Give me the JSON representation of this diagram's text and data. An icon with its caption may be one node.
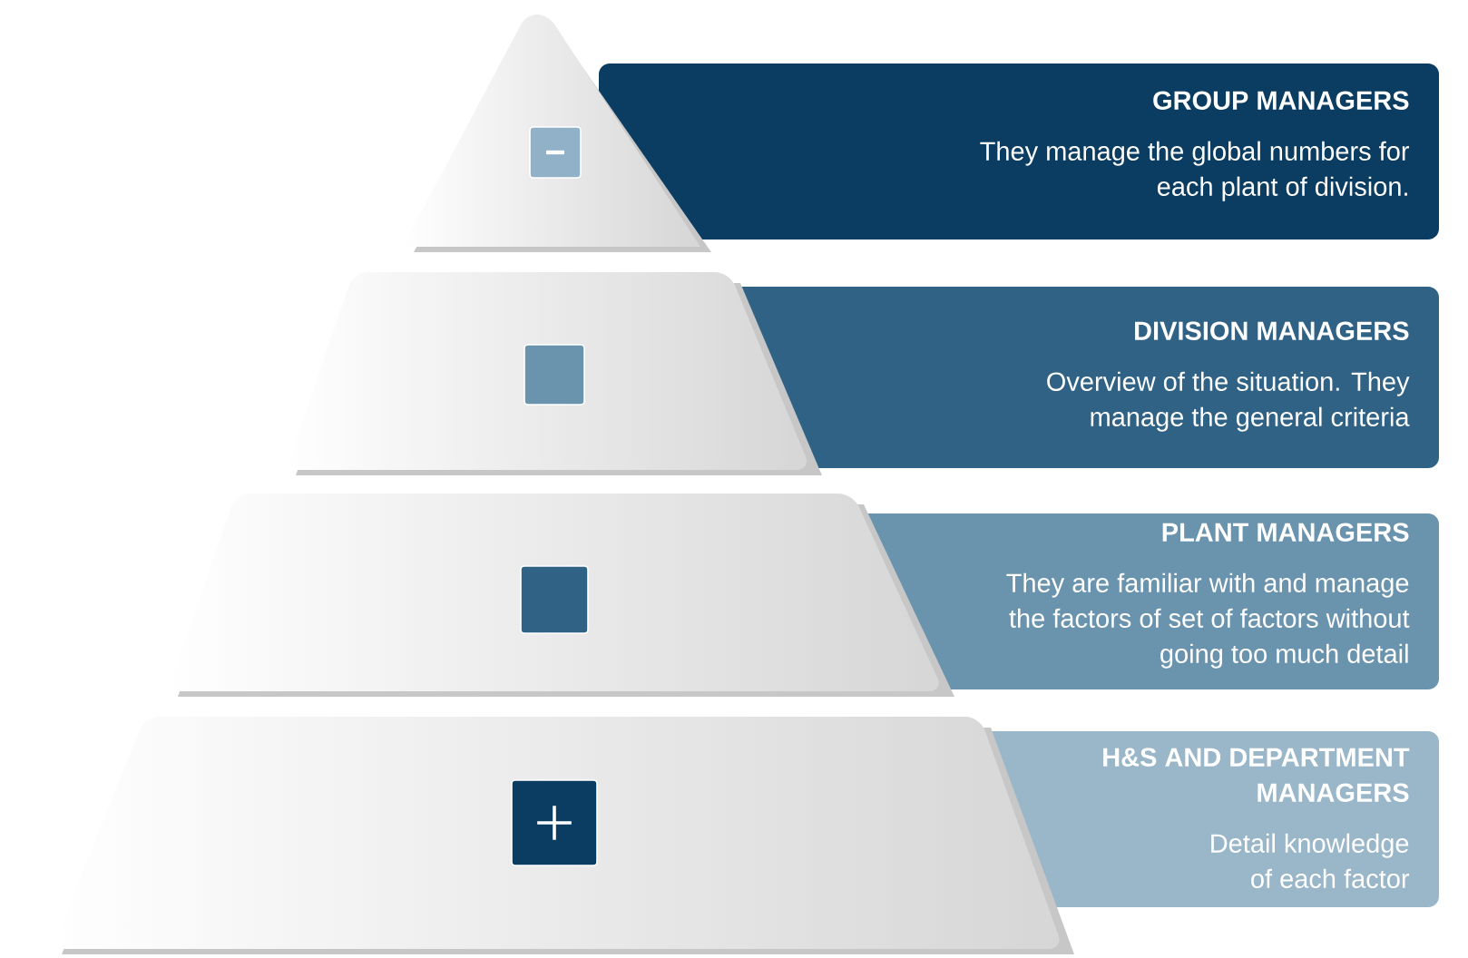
{
  "diagram": {
    "nodes": [
      {
        "text": [
          "GROUP MANAGERS",
          "They manage the global numbers for each plant of division."
        ]
      },
      {
        "text": [
          "DIVISION MANAGERS",
          "Overview of the situation. They manage the general criteria"
        ]
      },
      {
        "text": [
          "PLANT MANAGERS",
          "They are familiar with and manage the factors of set of factors without going too much detail"
        ]
      },
      {
        "text": [
          "H&S AND DEPARTMENT MANAGERS",
          "Detail knowledge of each factor"
        ]
      }
    ]
  }
}
